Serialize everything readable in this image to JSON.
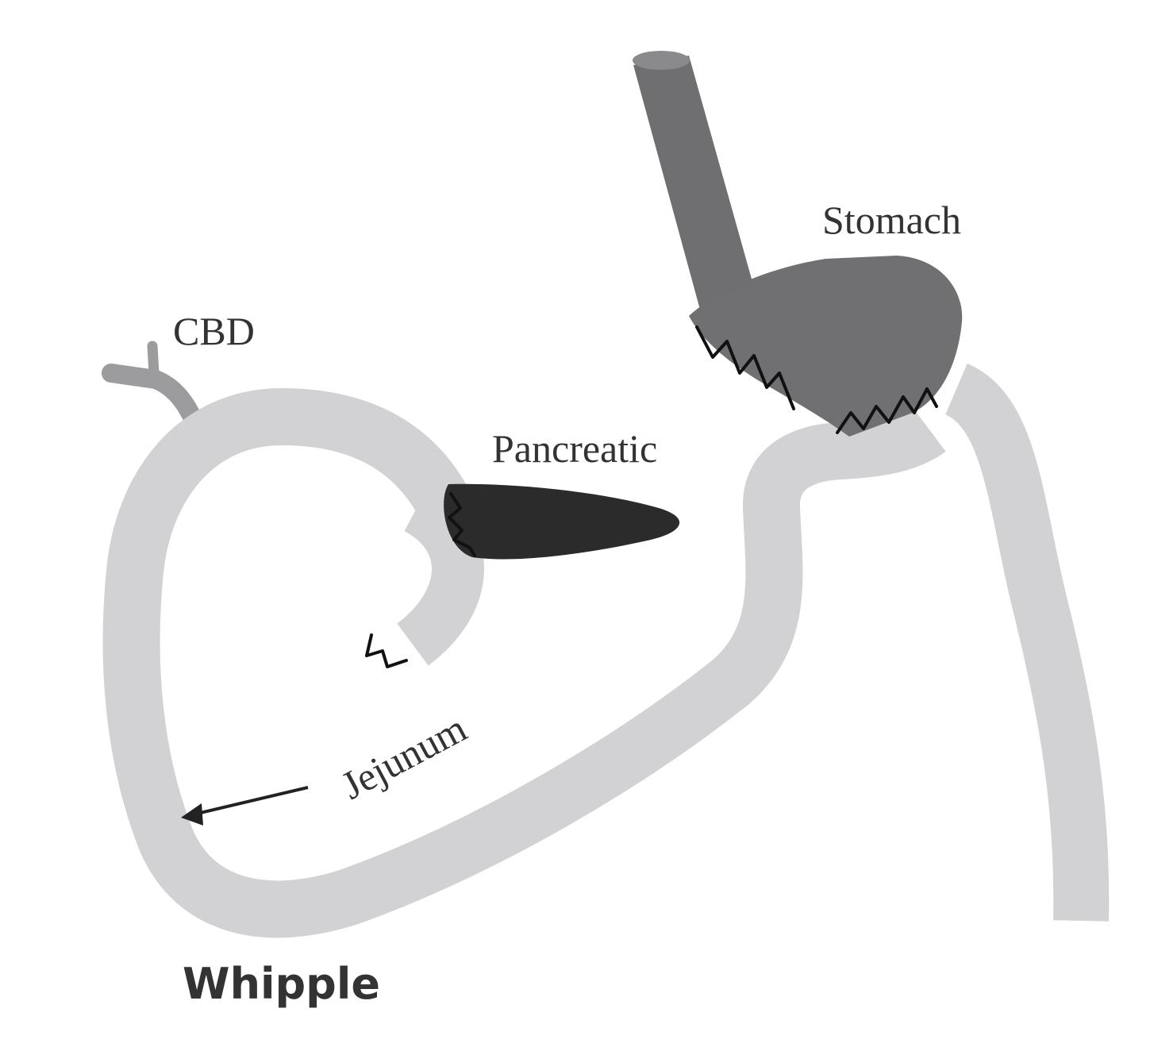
{
  "title": "Whipple",
  "labels": {
    "cbd": "CBD",
    "pancreatic": "Pancreatic",
    "stomach": "Stomach",
    "jejunum": "Jejunum"
  },
  "colors": {
    "background": "#ffffff",
    "jejunum": "#d2d2d4",
    "duct": "#9c9c9e",
    "esophagus": "#6f6f71",
    "stomach": "#707072",
    "pancreas": "#2b2b2b",
    "suture": "#111111",
    "text": "#333333"
  }
}
